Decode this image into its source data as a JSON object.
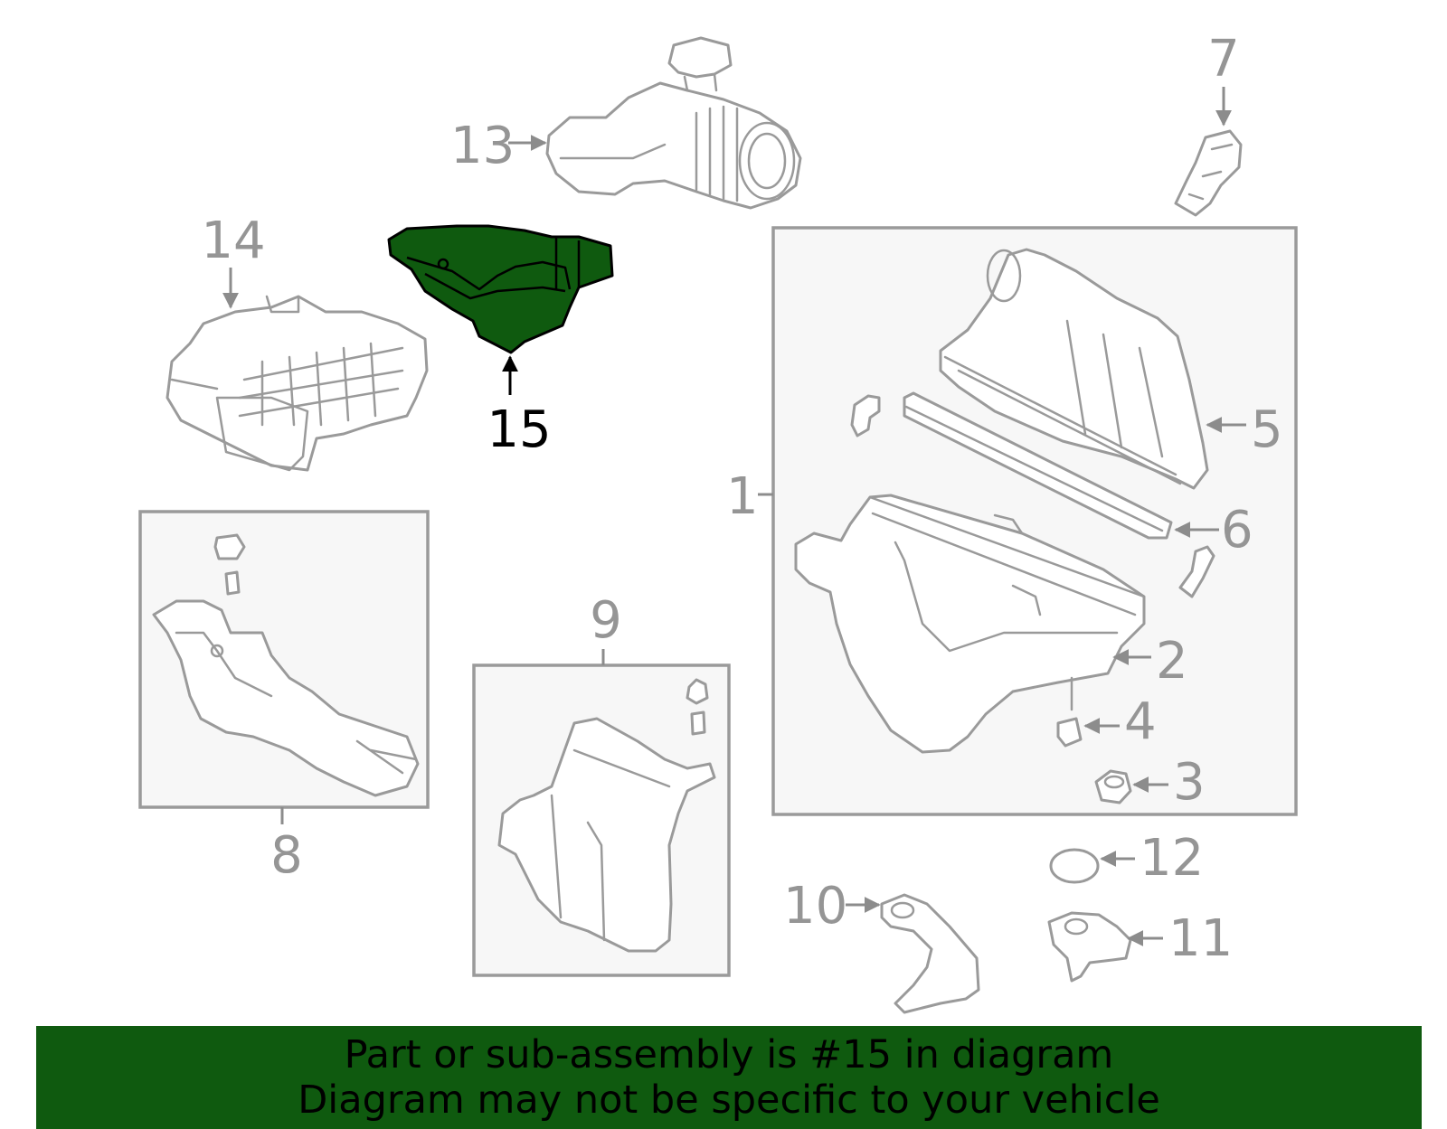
{
  "labels": {
    "p1": "1",
    "p2": "2",
    "p3": "3",
    "p4": "4",
    "p5": "5",
    "p6": "6",
    "p7": "7",
    "p8": "8",
    "p9": "9",
    "p10": "10",
    "p11": "11",
    "p12": "12",
    "p13": "13",
    "p14": "14",
    "p15": "15"
  },
  "highlighted_part": "15",
  "colors": {
    "highlight": "#0f5a0f",
    "line": "#9a9a9a",
    "box_fill": "#f7f7f7"
  },
  "banner": {
    "line1": "Part or sub-assembly is #15 in diagram",
    "line2": "Diagram may not be specific to your vehicle"
  }
}
